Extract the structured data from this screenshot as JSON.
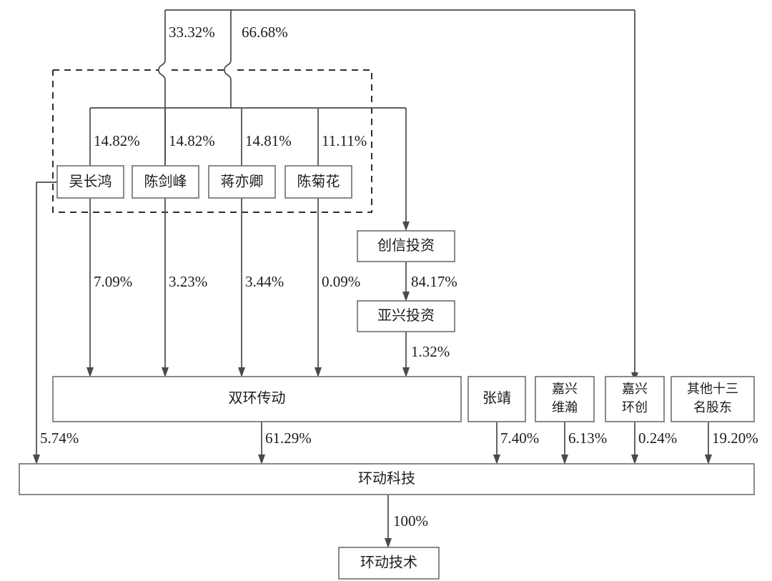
{
  "diagram": {
    "type": "ownership-structure-chart",
    "title_visible": false,
    "colors": {
      "background": "#ffffff",
      "box_stroke": "#7d7d7d",
      "connector": "#4a4a4a",
      "dashed_group": "#2e2e2e",
      "text": "#1c1c1c"
    },
    "nodes": {
      "person_wu": "吴长鸿",
      "person_chen_jf": "陈剑峰",
      "person_jiang": "蒋亦卿",
      "person_chen_jh": "陈菊花",
      "chuangxin": "创信投资",
      "yaxing": "亚兴投资",
      "shuanghuan": "双环传动",
      "zhangjing": "张靖",
      "weihan_line1": "嘉兴",
      "weihan_line2": "维瀚",
      "huanchuang_line1": "嘉兴",
      "huanchuang_line2": "环创",
      "others_line1": "其他十三",
      "others_line2": "名股东",
      "huandong_keji": "环动科技",
      "huandong_jishu": "环动技术"
    },
    "edges": [
      {
        "id": "top-left-33",
        "label": "33.32%",
        "from": "top-bus",
        "to": "person_chen_jf"
      },
      {
        "id": "top-right-66",
        "label": "66.68%",
        "from": "top-bus",
        "to": "person_jiang"
      },
      {
        "id": "wu-14",
        "label": "14.82%",
        "from": "group-bus",
        "to": "person_wu"
      },
      {
        "id": "chenjf-14",
        "label": "14.82%",
        "from": "group-bus",
        "to": "person_chen_jf"
      },
      {
        "id": "jiang-14",
        "label": "14.81%",
        "from": "group-bus",
        "to": "person_jiang"
      },
      {
        "id": "chenjh-11",
        "label": "11.11%",
        "from": "group-bus",
        "to": "person_chen_jh"
      },
      {
        "id": "wu-sh",
        "label": "7.09%",
        "from": "person_wu",
        "to": "shuanghuan"
      },
      {
        "id": "chenjf-sh",
        "label": "3.23%",
        "from": "person_chen_jf",
        "to": "shuanghuan"
      },
      {
        "id": "jiang-sh",
        "label": "3.44%",
        "from": "person_jiang",
        "to": "shuanghuan"
      },
      {
        "id": "chenjh-sh",
        "label": "0.09%",
        "from": "person_chen_jh",
        "to": "shuanghuan"
      },
      {
        "id": "cx-yx",
        "label": "84.17%",
        "from": "chuangxin",
        "to": "yaxing"
      },
      {
        "id": "yx-sh",
        "label": "1.32%",
        "from": "yaxing",
        "to": "shuanghuan"
      },
      {
        "id": "wu-hd",
        "label": "5.74%",
        "from": "person_wu",
        "to": "huandong_keji"
      },
      {
        "id": "sh-hd",
        "label": "61.29%",
        "from": "shuanghuan",
        "to": "huandong_keji"
      },
      {
        "id": "zj-hd",
        "label": "7.40%",
        "from": "zhangjing",
        "to": "huandong_keji"
      },
      {
        "id": "wh-hd",
        "label": "6.13%",
        "from": "weihan",
        "to": "huandong_keji"
      },
      {
        "id": "hc-hd",
        "label": "0.24%",
        "from": "huanchuang",
        "to": "huandong_keji"
      },
      {
        "id": "oth-hd",
        "label": "19.20%",
        "from": "others",
        "to": "huandong_keji"
      },
      {
        "id": "hd-jishu",
        "label": "100%",
        "from": "huandong_keji",
        "to": "huandong_jishu"
      }
    ],
    "group_box": {
      "is_dashed": true,
      "label": "",
      "members": [
        "吴长鸿",
        "陈剑峰",
        "蒋亦卿",
        "陈菊花"
      ]
    }
  }
}
